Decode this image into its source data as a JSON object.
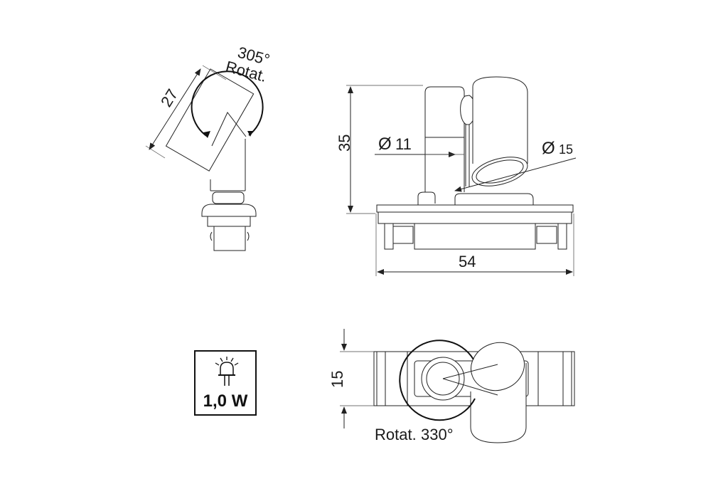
{
  "views": {
    "side_left": {
      "dimension_length": "27",
      "rotation_angle": "305°",
      "rotation_label": "Rotat."
    },
    "front": {
      "height": "35",
      "diameter_small": "Ø 11",
      "diameter_small_symbol": "Ø",
      "diameter_small_value": "11",
      "diameter_large_symbol": "Ø",
      "diameter_large_value": "15",
      "width": "54"
    },
    "top": {
      "depth": "15",
      "rotation_label": "Rotat.",
      "rotation_angle": "330°"
    }
  },
  "power_badge": {
    "icon": "led-bulb-icon",
    "label": "1,0 W"
  },
  "colors": {
    "line": "#222222",
    "background": "#ffffff"
  }
}
